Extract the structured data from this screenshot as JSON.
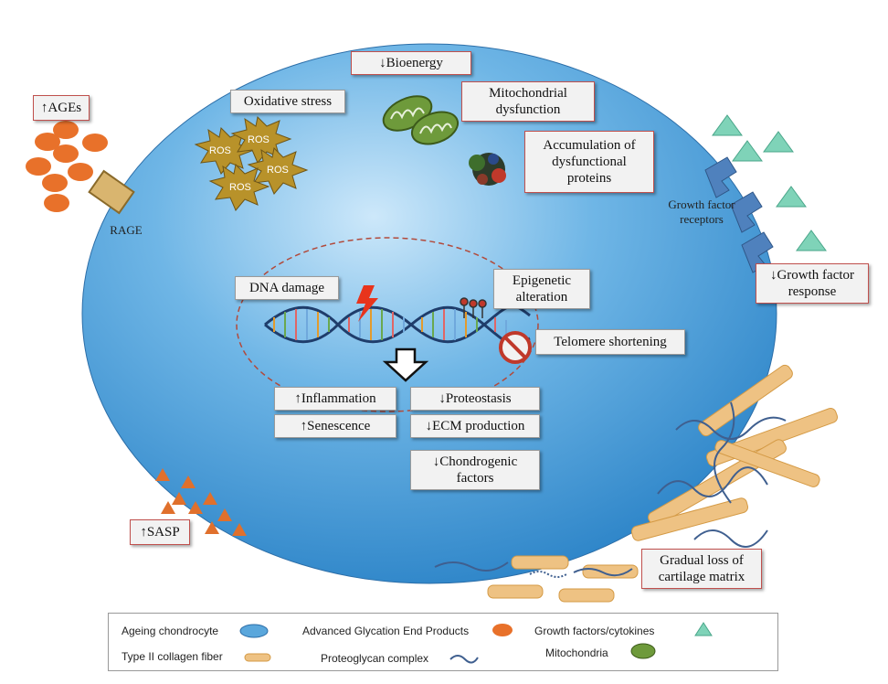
{
  "labels": {
    "bioenergy": "↓Bioenergy",
    "oxidative_stress": "Oxidative stress",
    "mito_dysfunction": "Mitochondrial dysfunction",
    "accumulation": "Accumulation of dysfunctional proteins",
    "ages": "↑AGEs",
    "rage": "RAGE",
    "gf_receptors": "Growth factor receptors",
    "gf_response": "↓Growth factor response",
    "dna_damage": "DNA damage",
    "epigenetic": "Epigenetic alteration",
    "telomere": "Telomere shortening",
    "inflammation": "↑Inflammation",
    "senescence": "↑Senescence",
    "proteostasis": "↓Proteostasis",
    "ecm": "↓ECM production",
    "chondrogenic": "↓Chondrogenic factors",
    "sasp": "↑SASP",
    "cartilage_loss": "Gradual loss of cartilage matrix",
    "ros": "ROS"
  },
  "legend": {
    "ageing_chondrocyte": "Ageing chondrocyte",
    "ages": "Advanced Glycation End Products",
    "growth_factors": "Growth factors/cytokines",
    "collagen": "Type II collagen fiber",
    "proteoglycan": "Proteoglycan complex",
    "mitochondria": "Mitochondria"
  },
  "colors": {
    "cell_fill": "#5aa7dc",
    "age_orange": "#e8712a",
    "sasp_orange": "#e0702c",
    "gf_green": "#7fd3b8",
    "receptor_blue": "#4f81bd",
    "ros_gold": "#b8922a",
    "mito_green": "#6e9a3b",
    "box_border_red": "#c0504d",
    "collagen_tan": "#e6b56a",
    "proteoglycan_blue": "#3f5f8f"
  }
}
